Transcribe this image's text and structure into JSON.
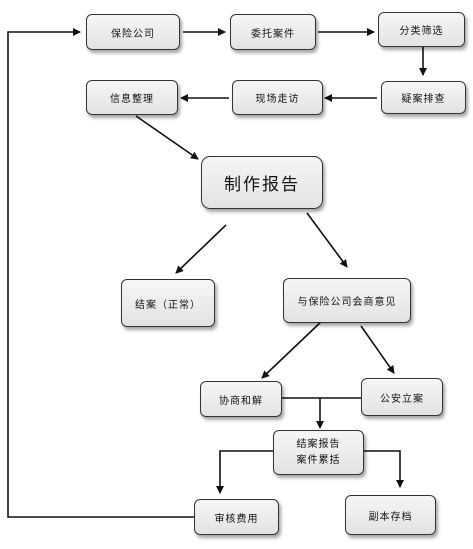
{
  "nodes": {
    "insurance_company": "保险公司",
    "commissioned_case": "委托案件",
    "classify_filter": "分类筛选",
    "doubtful_case_check": "疑案排查",
    "site_visit": "现场走访",
    "info_organize": "信息整理",
    "make_report": "制作报告",
    "case_closed_normal": "结案（正常）",
    "discuss_with_insurer": "与保险公司会商意见",
    "negotiate_settle": "协商和解",
    "police_filing": "公安立案",
    "closing_report_line1": "结案报告",
    "closing_report_line2": "案件累括",
    "audit_fees": "审核费用",
    "copy_archive": "副本存档"
  },
  "colors": {
    "stroke": "#111111",
    "node_border": "#333333"
  }
}
